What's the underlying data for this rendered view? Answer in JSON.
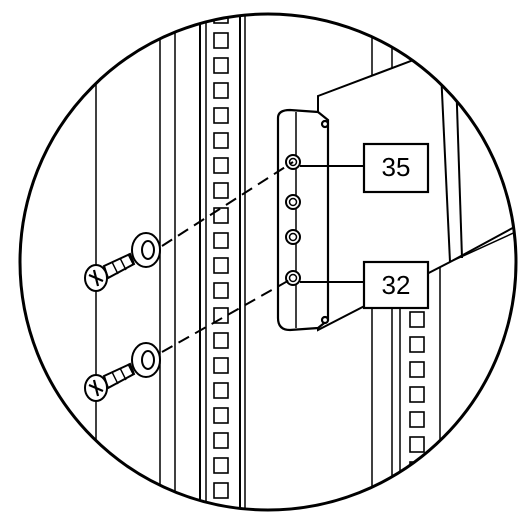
{
  "colors": {
    "line": "#000000",
    "panel": "#ffffff",
    "background": "#ffffff"
  },
  "callouts": [
    {
      "id": "upper-hole",
      "label": "35"
    },
    {
      "id": "lower-hole",
      "label": "32"
    }
  ],
  "parts": {
    "rack_rail_icon": "rack-rail-icon",
    "mounting_ear_icon": "mounting-ear-icon",
    "screw_icon": "screw-icon",
    "washer_icon": "washer-icon"
  }
}
